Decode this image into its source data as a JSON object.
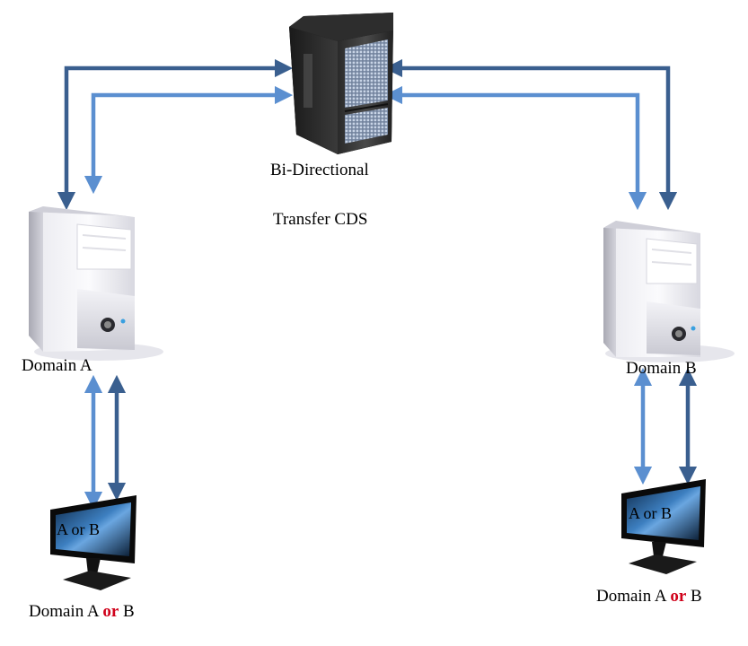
{
  "center_server": {
    "label_line1": "Bi-Directional",
    "label_line2": "Transfer CDS"
  },
  "domain_a": {
    "label": "Domain A"
  },
  "domain_b": {
    "label": "Domain B"
  },
  "monitor_left": {
    "screen_text": "A or B",
    "caption_prefix": "Domain A ",
    "caption_or": "or",
    "caption_suffix": " B"
  },
  "monitor_right": {
    "screen_text": "A or B",
    "caption_prefix": "Domain A ",
    "caption_or": "or",
    "caption_suffix": " B"
  },
  "colors": {
    "arrow_dark": "#3a5f8f",
    "arrow_light": "#5b8fd0",
    "or_accent": "#d0021b"
  }
}
